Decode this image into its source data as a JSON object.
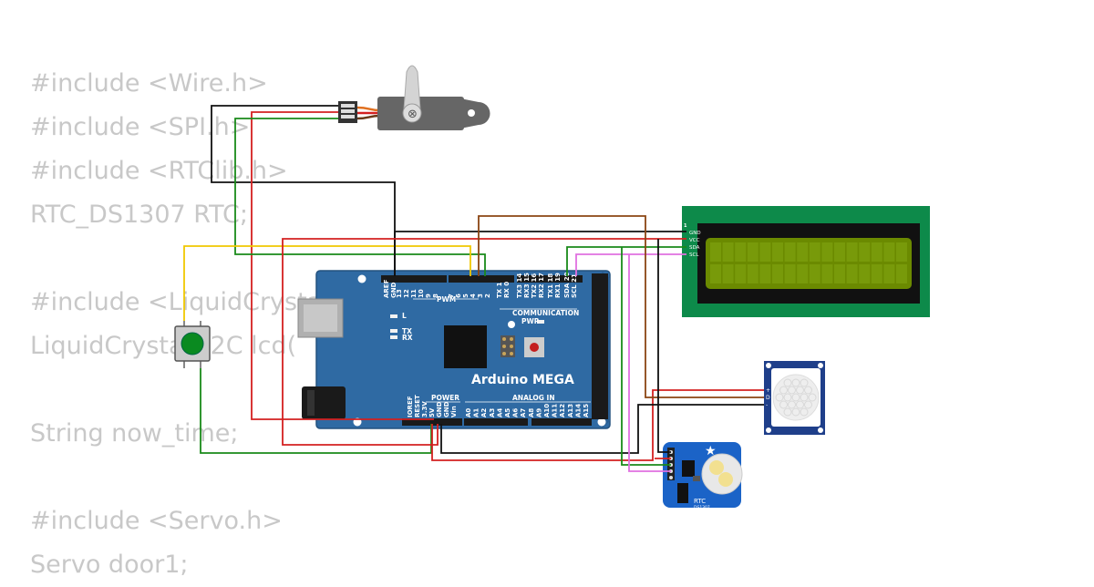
{
  "code_lines": [
    "#include <Wire.h>",
    "#include <SPI.h>",
    "#include <RTClib.h>",
    "RTC_DS1307 RTC;",
    "",
    "#include <LiquidCrystal_I2C.h>",
    "LiquidCrystal_I2C lcd(",
    "",
    "String now_time;",
    "",
    "#include <Servo.h>",
    "Servo door1;"
  ],
  "arduino": {
    "name": "Arduino MEGA",
    "pwm_label": "PWM",
    "comm_label": "COMMUNICATION",
    "power_label": "POWER",
    "analog_label": "ANALOG IN",
    "led_l": "L",
    "led_tx": "TX",
    "led_rx": "RX",
    "pwr": "PWR",
    "top_pins": [
      "AREF",
      "GND",
      "13",
      "12",
      "11",
      "10",
      "9",
      "8",
      "7",
      "6",
      "5",
      "4",
      "3",
      "2",
      "TX 1",
      "RX 0",
      "TX3 14",
      "RX3 15",
      "TX2 16",
      "RX2 17",
      "TX1 18",
      "RX1 19",
      "SDA 20",
      "SCL 21"
    ],
    "power_pins": [
      "IOREF",
      "RESET",
      "3.3V",
      "5V",
      "GND",
      "GND",
      "Vin"
    ],
    "analog_pins": [
      "A0",
      "A1",
      "A2",
      "A3",
      "A4",
      "A5",
      "A6",
      "A7",
      "A8",
      "A9",
      "A10",
      "A11",
      "A12",
      "A13",
      "A14",
      "A15"
    ]
  },
  "lcd": {
    "pins": [
      "GND",
      "VCC",
      "SDA",
      "SCL"
    ]
  },
  "rtc": {
    "label": "RTC",
    "sub": "DS1307"
  },
  "pir": {
    "pins": [
      "+",
      "D",
      "-"
    ]
  },
  "colors": {
    "board": "#2f6aa3",
    "lcd_pcb": "#0d8a4a",
    "lcd_screen": "#6b8a00",
    "rtc_board": "#1b63c7",
    "pir_board": "#1f3f8a",
    "wire_red": "#d42020",
    "wire_black": "#111111",
    "wire_green": "#1a8a1a",
    "wire_yellow": "#f0c800",
    "wire_brown": "#8b4513",
    "wire_pink": "#e070e0"
  }
}
